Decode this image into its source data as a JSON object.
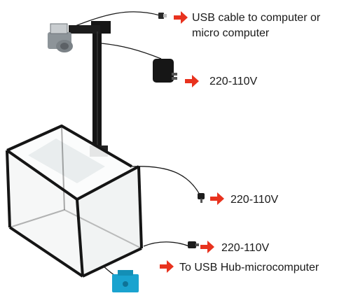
{
  "labels": {
    "usb_line1": "USB cable to computer or",
    "usb_line2": "micro computer",
    "power_adapter": "220-110V",
    "power_right": "220-110V",
    "power_bottom": "220-110V",
    "usb_hub": "To USB Hub-microcomputer"
  },
  "colors": {
    "arrow": "#e8321e",
    "frame": "#151515",
    "cable": "#1a1a1a",
    "hub_device": "#1aa3cf",
    "panel": "#f6f7f7"
  }
}
